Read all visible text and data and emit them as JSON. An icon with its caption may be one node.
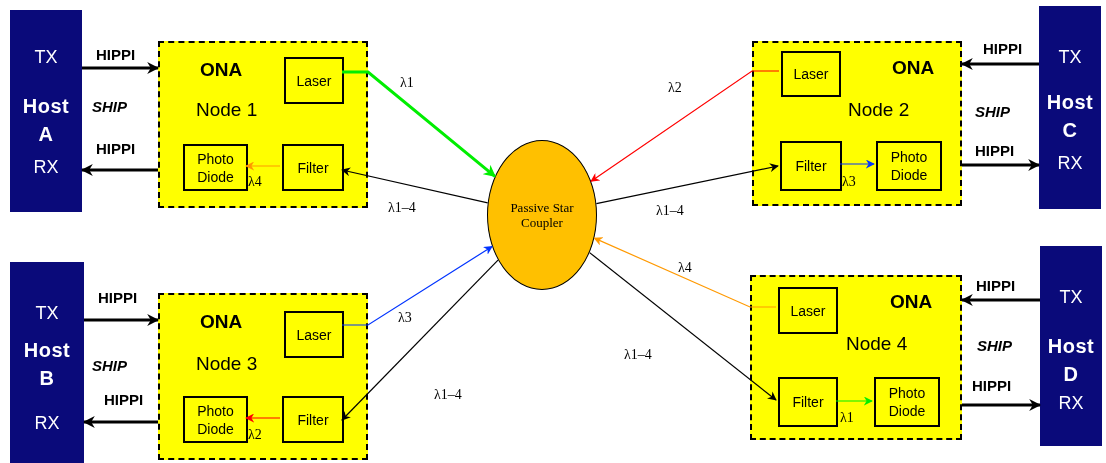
{
  "diagram": {
    "nodes": [
      {
        "text": [
          "TX",
          "Host A",
          "RX"
        ]
      },
      {
        "text": [
          "ONA",
          "Node 1"
        ]
      },
      {
        "text": [
          "Laser"
        ],
        "in": 1
      },
      {
        "text": [
          "Photo Diode"
        ],
        "in": 1
      },
      {
        "text": [
          "Filter"
        ],
        "in": 1
      },
      {
        "text": [
          "Passive Star Coupler"
        ]
      },
      {
        "text": [
          "ONA",
          "Node 2"
        ]
      },
      {
        "text": [
          "Laser"
        ],
        "in": 6
      },
      {
        "text": [
          "Filter"
        ],
        "in": 6
      },
      {
        "text": [
          "Photo Diode"
        ],
        "in": 6
      },
      {
        "text": [
          "TX",
          "Host C",
          "RX"
        ]
      },
      {
        "text": [
          "TX",
          "Host B",
          "RX"
        ]
      },
      {
        "text": [
          "ONA",
          "Node 3"
        ]
      },
      {
        "text": [
          "Laser"
        ],
        "in": 12
      },
      {
        "text": [
          "Photo Diode"
        ],
        "in": 12
      },
      {
        "text": [
          "Filter"
        ],
        "in": 12
      },
      {
        "text": [
          "ONA",
          "Node 4"
        ]
      },
      {
        "text": [
          "Laser"
        ],
        "in": 16
      },
      {
        "text": [
          "Filter"
        ],
        "in": 16
      },
      {
        "text": [
          "Photo Diode"
        ],
        "in": 16
      },
      {
        "text": [
          "TX",
          "Host D",
          "RX"
        ]
      }
    ],
    "edges": [
      {
        "from": 0,
        "to": 1,
        "arrow": "to",
        "label": "HIPPI",
        "style": "thick"
      },
      {
        "from": 1,
        "to": 0,
        "arrow": "to",
        "label": "HIPPI",
        "style": "thick"
      },
      {
        "from": 2,
        "to": 5,
        "arrow": "to",
        "label": "λ1",
        "style": "thick",
        "color": "#00ee00"
      },
      {
        "from": 5,
        "to": 4,
        "arrow": "to",
        "label": "λ1–4"
      },
      {
        "from": 4,
        "to": 3,
        "arrow": "to",
        "label": "λ4",
        "color": "#ff9900"
      },
      {
        "from": 7,
        "to": 5,
        "arrow": "to",
        "label": "λ2",
        "color": "#ff0000"
      },
      {
        "from": 5,
        "to": 8,
        "arrow": "to",
        "label": "λ1–4"
      },
      {
        "from": 8,
        "to": 9,
        "arrow": "to",
        "label": "λ3",
        "color": "#0033ff"
      },
      {
        "from": 10,
        "to": 6,
        "arrow": "to",
        "label": "HIPPI",
        "style": "thick"
      },
      {
        "from": 6,
        "to": 10,
        "arrow": "to",
        "label": "HIPPI",
        "style": "thick"
      },
      {
        "from": 11,
        "to": 12,
        "arrow": "to",
        "label": "HIPPI",
        "style": "thick"
      },
      {
        "from": 12,
        "to": 11,
        "arrow": "to",
        "label": "HIPPI",
        "style": "thick"
      },
      {
        "from": 13,
        "to": 5,
        "arrow": "to",
        "label": "λ3",
        "color": "#0033ff"
      },
      {
        "from": 5,
        "to": 15,
        "arrow": "to",
        "label": "λ1–4"
      },
      {
        "from": 15,
        "to": 14,
        "arrow": "to",
        "label": "λ2",
        "color": "#ff0000"
      },
      {
        "from": 17,
        "to": 5,
        "arrow": "to",
        "label": "λ4",
        "color": "#ff9900"
      },
      {
        "from": 5,
        "to": 18,
        "arrow": "to",
        "label": "λ1–4"
      },
      {
        "from": 18,
        "to": 19,
        "arrow": "to",
        "label": "λ1",
        "color": "#00ee00"
      },
      {
        "from": 20,
        "to": 16,
        "arrow": "to",
        "label": "HIPPI",
        "style": "thick"
      },
      {
        "from": 16,
        "to": 20,
        "arrow": "to",
        "label": "HIPPI",
        "style": "thick"
      }
    ],
    "labels": [
      "SHIP",
      "SHIP",
      "SHIP",
      "SHIP"
    ]
  }
}
